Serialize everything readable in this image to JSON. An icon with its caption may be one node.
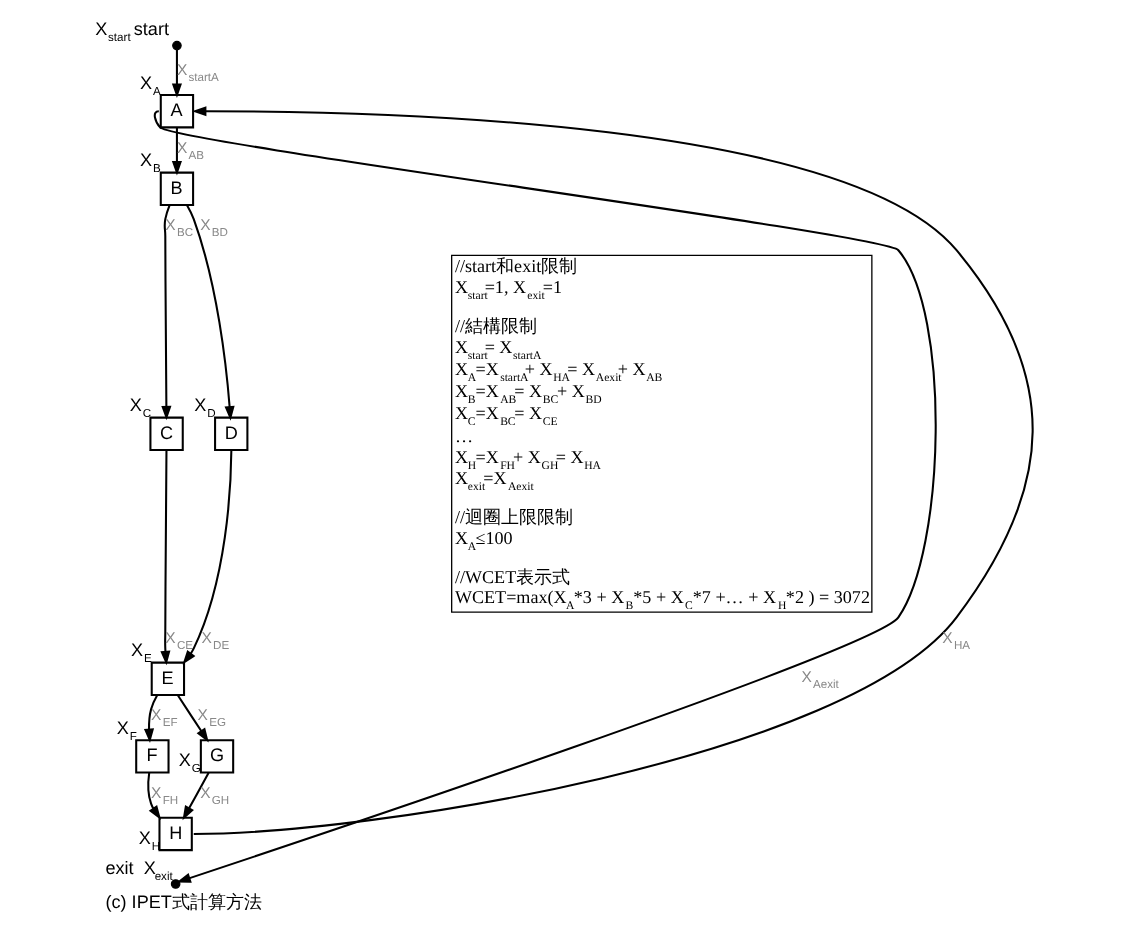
{
  "diagram": {
    "caption": "(c) IPET式計算方法",
    "nodes": [
      {
        "text": [
          "start"
        ],
        "beside": [
          "X$_{start}$"
        ]
      },
      {
        "text": [
          "A"
        ],
        "beside": [
          "X$_{A}$"
        ]
      },
      {
        "text": [
          "B"
        ],
        "beside": [
          "X$_{B}$"
        ]
      },
      {
        "text": [
          "C"
        ],
        "beside": [
          "X$_{C}$"
        ]
      },
      {
        "text": [
          "D"
        ],
        "beside": [
          "X$_{D}$"
        ]
      },
      {
        "text": [
          "E"
        ],
        "beside": [
          "X$_{E}$"
        ]
      },
      {
        "text": [
          "F"
        ],
        "beside": [
          "X$_{F}$"
        ]
      },
      {
        "text": [
          "G"
        ],
        "beside": [
          "X$_{G}$"
        ]
      },
      {
        "text": [
          "H"
        ],
        "beside": [
          "X$_{H}$"
        ]
      },
      {
        "text": [
          "exit"
        ],
        "beside": [
          "X$_{exit}$"
        ]
      }
    ],
    "edges": [
      {
        "from": 0,
        "to": 1,
        "arrow": "to",
        "label": "X$_{startA}$"
      },
      {
        "from": 1,
        "to": 2,
        "arrow": "to",
        "label": "X$_{AB}$"
      },
      {
        "from": 2,
        "to": 3,
        "arrow": "to",
        "label": "X$_{BC}$"
      },
      {
        "from": 2,
        "to": 4,
        "arrow": "to",
        "label": "X$_{BD}$"
      },
      {
        "from": 3,
        "to": 5,
        "arrow": "to",
        "label": "X$_{CE}$"
      },
      {
        "from": 4,
        "to": 5,
        "arrow": "to",
        "label": "X$_{DE}$"
      },
      {
        "from": 5,
        "to": 6,
        "arrow": "to",
        "label": "X$_{EF}$"
      },
      {
        "from": 5,
        "to": 7,
        "arrow": "to",
        "label": "X$_{EG}$"
      },
      {
        "from": 6,
        "to": 8,
        "arrow": "to",
        "label": "X$_{FH}$"
      },
      {
        "from": 7,
        "to": 8,
        "arrow": "to",
        "label": "X$_{GH}$"
      },
      {
        "from": 8,
        "to": 1,
        "arrow": "to",
        "label": "X$_{HA}$"
      },
      {
        "from": 1,
        "to": 9,
        "arrow": "to",
        "label": "X$_{Aexit}$"
      }
    ],
    "labels": [
      "//start和exit限制",
      "X$_{start}$=1, X$_{exit}$=1",
      "//結構限制",
      "X$_{start}$= X$_{startA}$",
      "X$_{A}$=X$_{startA}$+ X$_{HA}$= X$_{Aexit}$+ X$_{AB}$",
      "X$_{B}$=X$_{AB}$= X$_{BC}$+ X$_{BD}$",
      "X$_{C}$=X$_{BC}$= X$_{CE}$",
      "…",
      "X$_{H}$=X$_{FH}$+ X$_{GH}$= X$_{HA}$",
      "X$_{exit}$=X$_{Aexit}$",
      "//迴圈上限限制",
      "X$_{A}$≤100",
      "//WCET表示式",
      "WCET=max(X$_{A}$*3 + X$_{B}$*5 + X$_{C}$*7 +… + X$_{H}$*2 ) = 3072"
    ]
  }
}
